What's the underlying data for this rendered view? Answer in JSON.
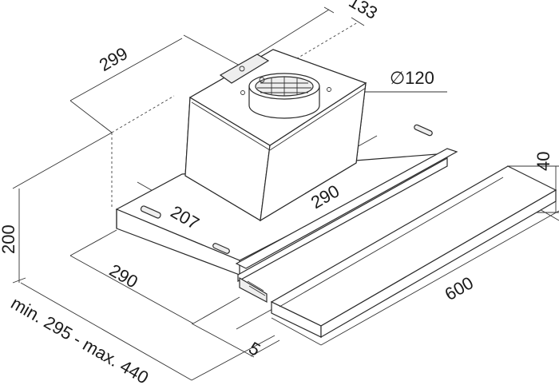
{
  "dimensions": {
    "depth_top": "133",
    "width_body": "299",
    "duct_diameter": "∅120",
    "front_height": "40",
    "motor_width": "290",
    "inner_depth": "207",
    "total_height": "200",
    "base_depth": "290",
    "front_width": "600",
    "extension_range": "min. 295 - max. 440",
    "front_offset": "5"
  }
}
